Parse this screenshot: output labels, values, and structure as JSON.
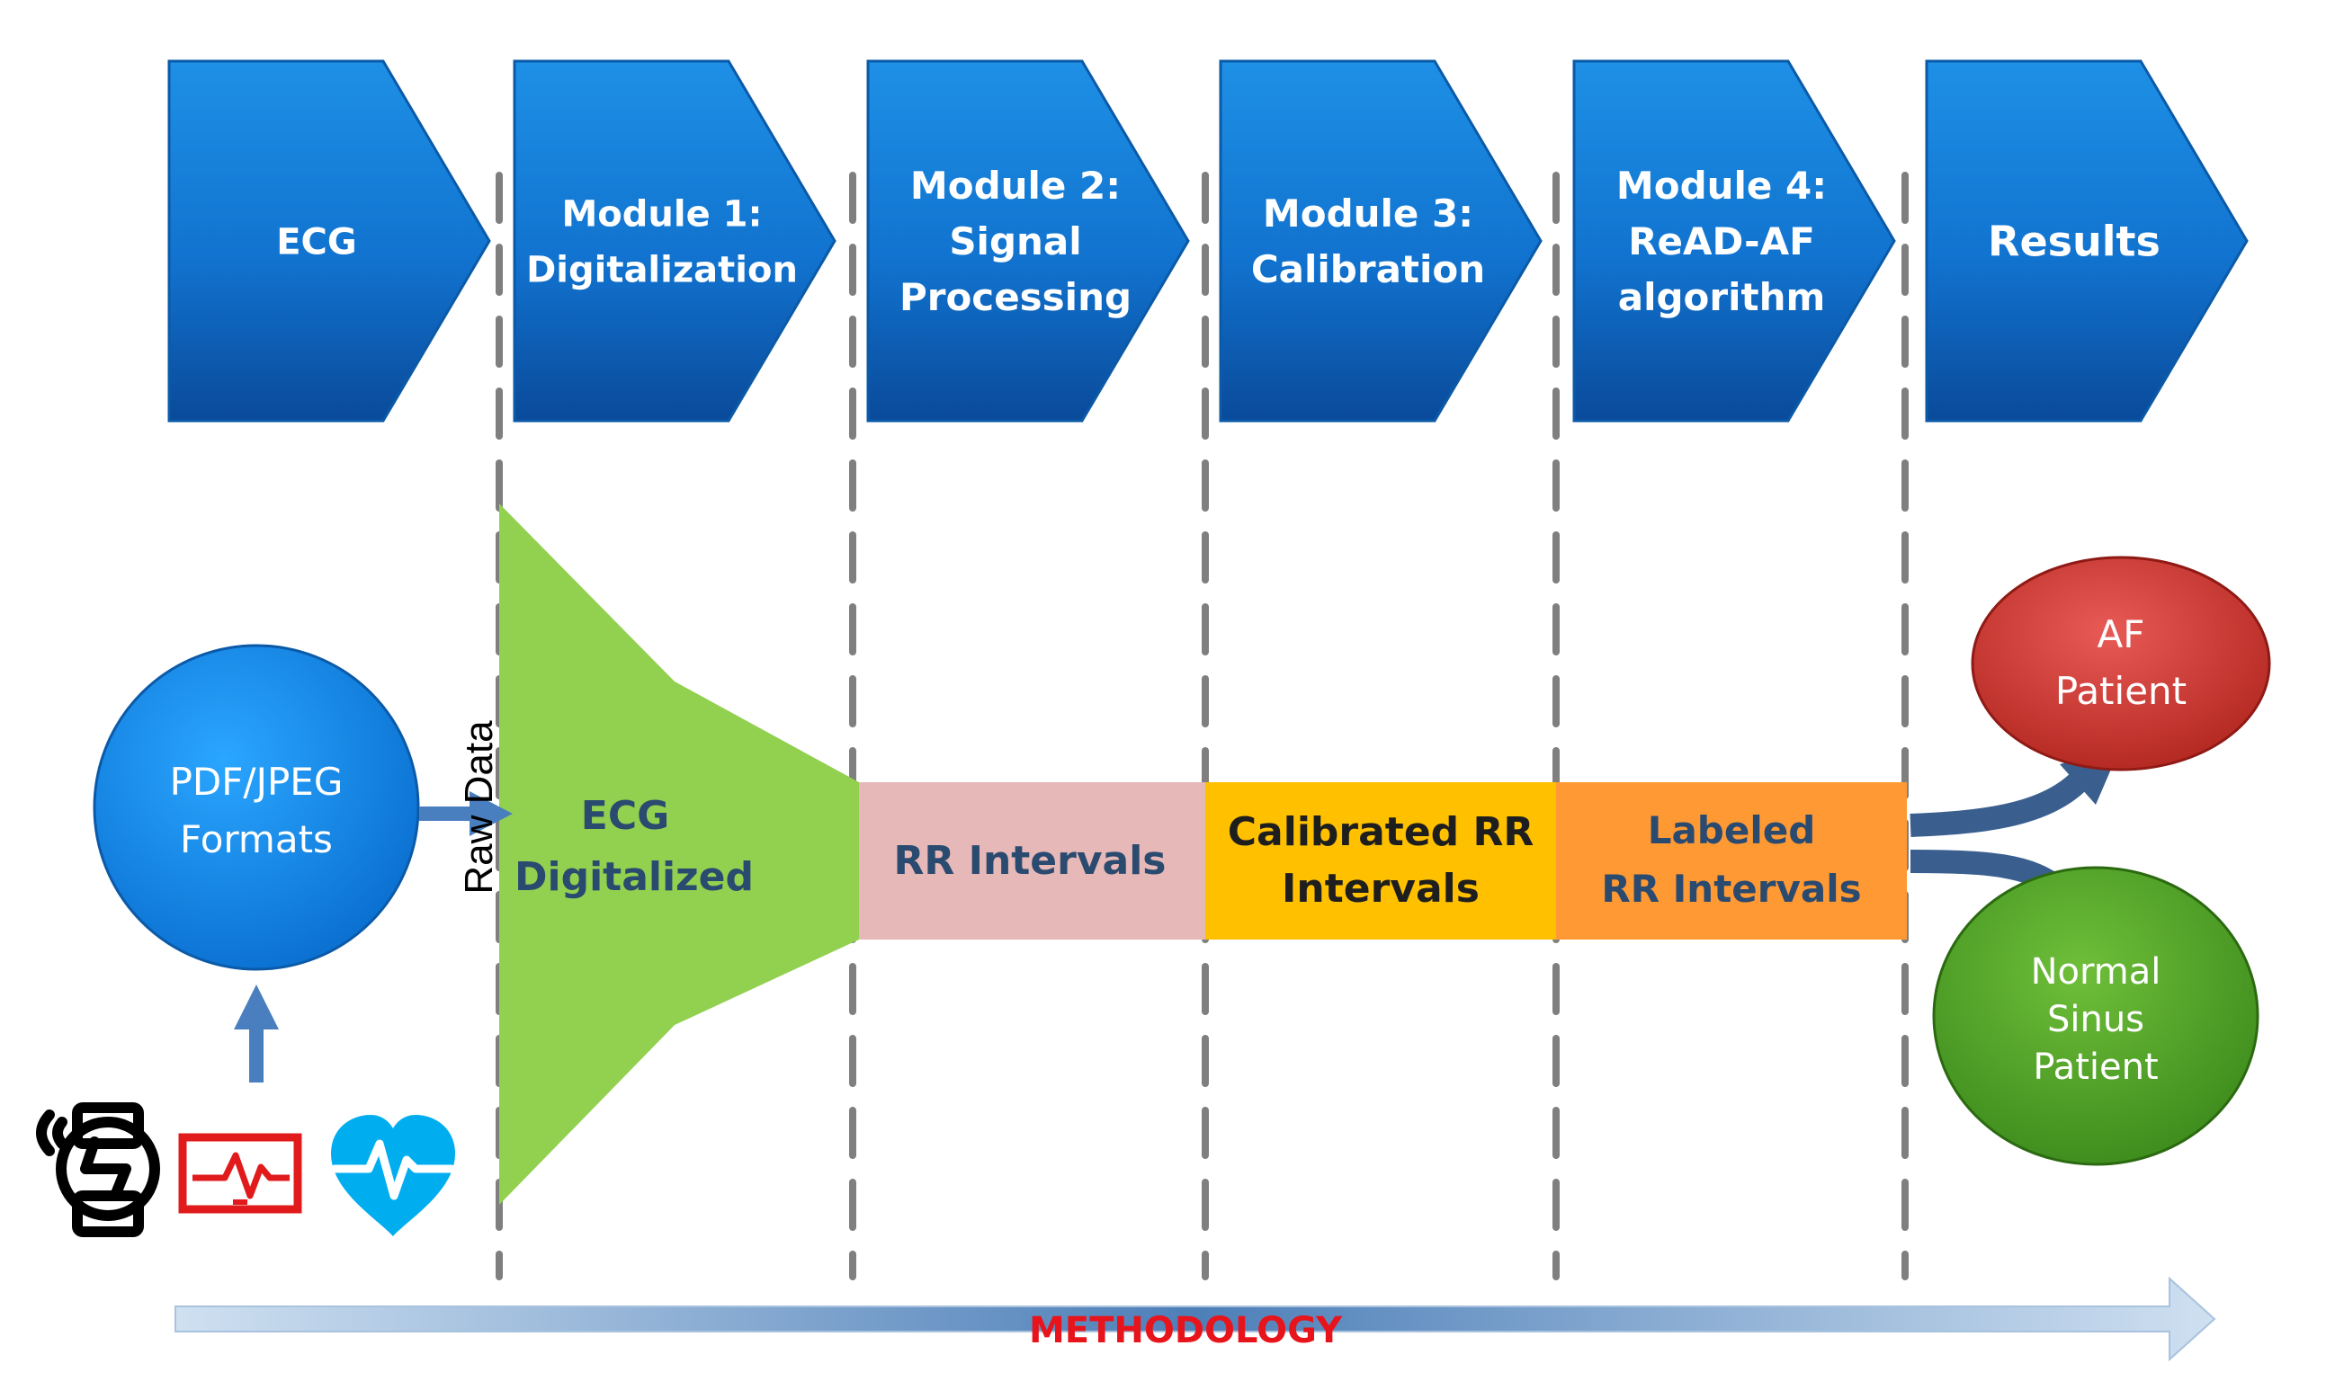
{
  "stages": [
    {
      "lines": [
        "ECG"
      ]
    },
    {
      "lines": [
        "Module 1:",
        "Digitalization"
      ]
    },
    {
      "lines": [
        "Module 2:",
        "Signal",
        "Processing"
      ]
    },
    {
      "lines": [
        "Module 3:",
        "Calibration"
      ]
    },
    {
      "lines": [
        "Module 4:",
        "ReAD-AF",
        "algorithm"
      ]
    },
    {
      "lines": [
        "Results"
      ]
    }
  ],
  "input": {
    "line1": "PDF/JPEG",
    "line2": "Formats"
  },
  "raw_label": "Raw Data",
  "funnel": {
    "line1": "ECG",
    "line2": "Digitalized"
  },
  "bands": {
    "rr": {
      "line1": "RR Intervals",
      "color": "#e6b8b7"
    },
    "calibrated": {
      "line1": "Calibrated RR",
      "line2": "Intervals",
      "color": "#ffc000"
    },
    "labeled": {
      "line1": "Labeled",
      "line2": "RR Intervals",
      "color": "#ff9933"
    }
  },
  "outputs": {
    "af": {
      "line1": "AF",
      "line2": "Patient",
      "color": "#c0302a"
    },
    "normal": {
      "line1": "Normal",
      "line2": "Sinus",
      "line3": "Patient",
      "color": "#4e9a2a"
    }
  },
  "devices": [
    "smartwatch-icon",
    "ecg-monitor-icon",
    "heart-pulse-icon"
  ],
  "methodology": "METHODOLOGY",
  "colors": {
    "stage_blue": "#1f7fd4",
    "stage_blue_dark": "#0d4fa0",
    "funnel_green": "#92d050",
    "arrow_blue": "#4a7fbf",
    "curved_arrow": "#3a5f8f",
    "divider_gray": "#7f7f7f"
  }
}
